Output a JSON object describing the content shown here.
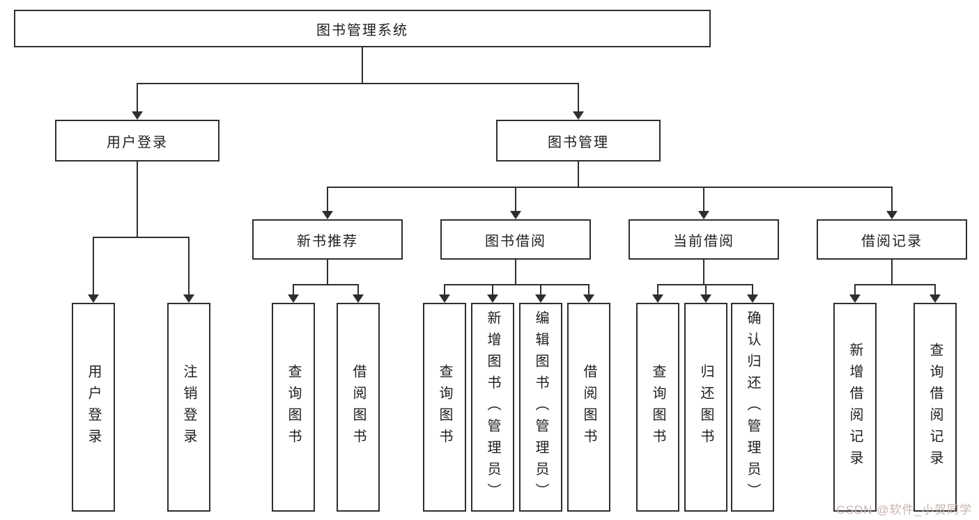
{
  "diagram": {
    "root": "图书管理系统",
    "groups": [
      {
        "label": "用户登录",
        "leaves": [
          "用户登录",
          "注销登录"
        ]
      },
      {
        "label": "图书管理",
        "sections": [
          {
            "label": "新书推荐",
            "leaves": [
              "查询图书",
              "借阅图书"
            ]
          },
          {
            "label": "图书借阅",
            "leaves": [
              "查询图书",
              "新增图书（管理员）",
              "编辑图书（管理员）",
              "借阅图书"
            ]
          },
          {
            "label": "当前借阅",
            "leaves": [
              "查询图书",
              "归还图书",
              "确认归还（管理员）"
            ]
          },
          {
            "label": "借阅记录",
            "leaves": [
              "新增借阅记录",
              "查询借阅记录"
            ]
          }
        ]
      }
    ]
  },
  "watermark": "CSDN @软件_小贺同学",
  "colors": {
    "line": "#2e2e2e",
    "background": "#ffffff",
    "watermark": "#c9b2b2"
  }
}
